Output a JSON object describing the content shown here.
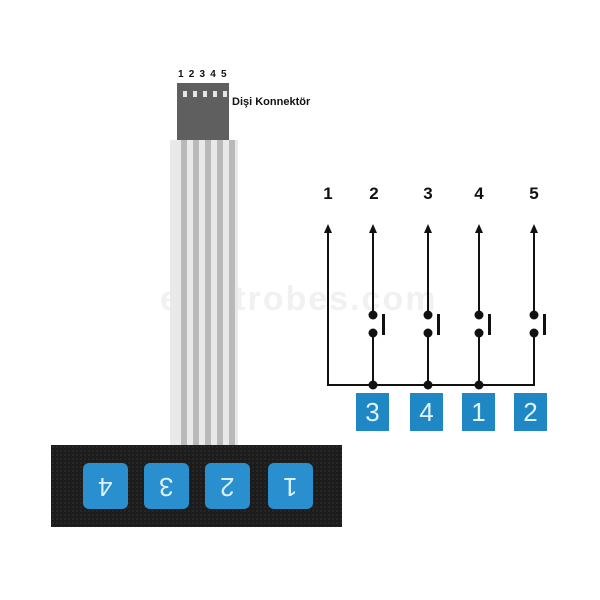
{
  "watermark": "electrobes.com",
  "connector": {
    "pin_numbers": "1 2 3 4 5",
    "label": "Dişi Konnektör",
    "pin_count": 5,
    "body_color": "#5f5f5f"
  },
  "ribbon": {
    "trace_count": 5
  },
  "keypad": {
    "panel_color": "#1c1c1c",
    "key_color": "#2a8fcf",
    "keys": [
      {
        "label": "4",
        "orientation": "upside-down"
      },
      {
        "label": "3",
        "orientation": "upside-down"
      },
      {
        "label": "2",
        "orientation": "upside-down"
      },
      {
        "label": "1",
        "orientation": "upside-down"
      }
    ]
  },
  "schematic": {
    "pin_labels": [
      "1",
      "2",
      "3",
      "4",
      "5"
    ],
    "common_pin": "1",
    "switches": [
      {
        "pin": "2",
        "key": "3"
      },
      {
        "pin": "3",
        "key": "4"
      },
      {
        "pin": "4",
        "key": "1"
      },
      {
        "pin": "5",
        "key": "2"
      }
    ],
    "key_labels": [
      "3",
      "4",
      "1",
      "2"
    ],
    "label_box_color": "#1e87c4",
    "wire_color": "#111111"
  }
}
